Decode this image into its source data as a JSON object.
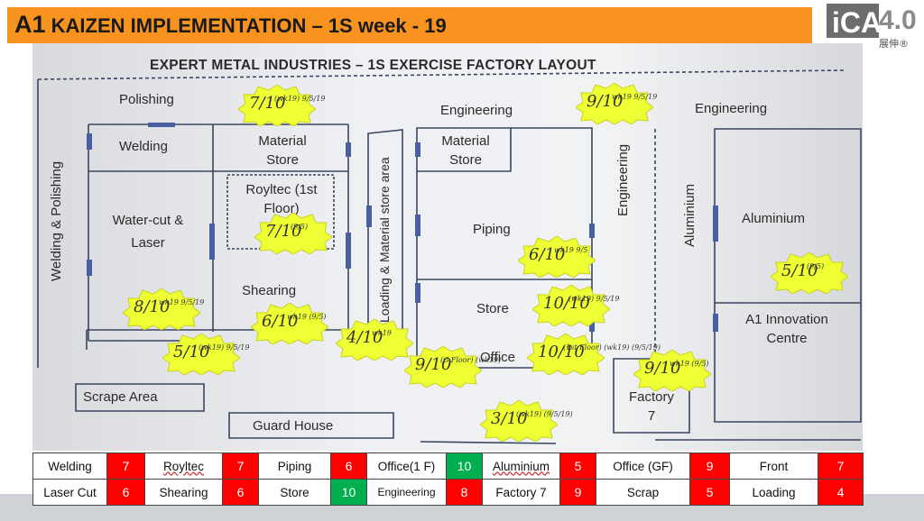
{
  "banner": {
    "prefix": "A1",
    "title": "KAIZEN IMPLEMENTATION – 1S week - 19"
  },
  "logo": {
    "mark": "iCA",
    "version": "4.0",
    "subtitle": "展伸®"
  },
  "layout": {
    "title": "EXPERT METAL INDUSTRIES – 1S EXERCISE FACTORY LAYOUT",
    "areas": {
      "polishing": "Polishing",
      "welding": "Welding",
      "material_store_1": "Material Store",
      "royltec": "Royltec (1st Floor)",
      "water_cut": "Water-cut & Laser",
      "shearing": "Shearing",
      "welding_polishing": "Welding & Polishing",
      "loading_store": "Loading & Material store area",
      "engineering_1": "Engineering",
      "material_store_2": "Material Store",
      "piping": "Piping",
      "store": "Store",
      "office": "Office",
      "engineering_vertical": "Engineering",
      "aluminium_vertical": "Aluminium",
      "engineering_2": "Engineering",
      "aluminium": "Aluminium",
      "innovation": "A1 Innovation Centre",
      "factory7": "Factory 7",
      "scrape": "Scrape Area",
      "guard": "Guard House"
    },
    "stickers": [
      {
        "score": "7/10",
        "note": "(wk19) 9/5/19"
      },
      {
        "score": "9/10",
        "note": "wk19 9/5/19"
      },
      {
        "score": "7/10",
        "note": "(9/5)"
      },
      {
        "score": "6/10",
        "note": "wk19 9/5"
      },
      {
        "score": "5/10",
        "note": "(9/5)"
      },
      {
        "score": "8/10",
        "note": "wk19 9/5/19"
      },
      {
        "score": "6/10",
        "note": "wk19 (9/5)"
      },
      {
        "score": "10/10",
        "note": "(wk19) 9/5/19"
      },
      {
        "score": "5/10",
        "note": "(wk19) 9/5/19"
      },
      {
        "score": "4/10",
        "note": "wk19"
      },
      {
        "score": "9/10",
        "note": "(G.Floor) (wk19)"
      },
      {
        "score": "10/10",
        "note": "(1st Floor) (wk19) (9/5/19)"
      },
      {
        "score": "9/10",
        "note": "wk19 (9/5)"
      },
      {
        "score": "3/10",
        "note": "(wk19) (9/5/19)"
      }
    ]
  },
  "scores": {
    "rows": [
      [
        {
          "name": "Welding",
          "score": "7",
          "status": "red"
        },
        {
          "name": "Royltec",
          "score": "7",
          "status": "red"
        },
        {
          "name": "Piping",
          "score": "6",
          "status": "red"
        },
        {
          "name": "Office(1 F)",
          "score": "10",
          "status": "green"
        },
        {
          "name": "Aluminium",
          "score": "5",
          "status": "red"
        },
        {
          "name": "Office (GF)",
          "score": "9",
          "status": "red"
        },
        {
          "name": "Front",
          "score": "7",
          "status": "red"
        }
      ],
      [
        {
          "name": "Laser Cut",
          "score": "6",
          "status": "red"
        },
        {
          "name": "Shearing",
          "score": "6",
          "status": "red"
        },
        {
          "name": "Store",
          "score": "10",
          "status": "green"
        },
        {
          "name": "Engineering",
          "score": "8",
          "status": "red"
        },
        {
          "name": "Factory 7",
          "score": "9",
          "status": "red"
        },
        {
          "name": "Scrap",
          "score": "5",
          "status": "red"
        },
        {
          "name": "Loading",
          "score": "4",
          "status": "red"
        }
      ]
    ]
  },
  "colors": {
    "banner": "#f7931e",
    "red": "#ff0000",
    "green": "#00b050",
    "sticker": "#eeff33"
  }
}
